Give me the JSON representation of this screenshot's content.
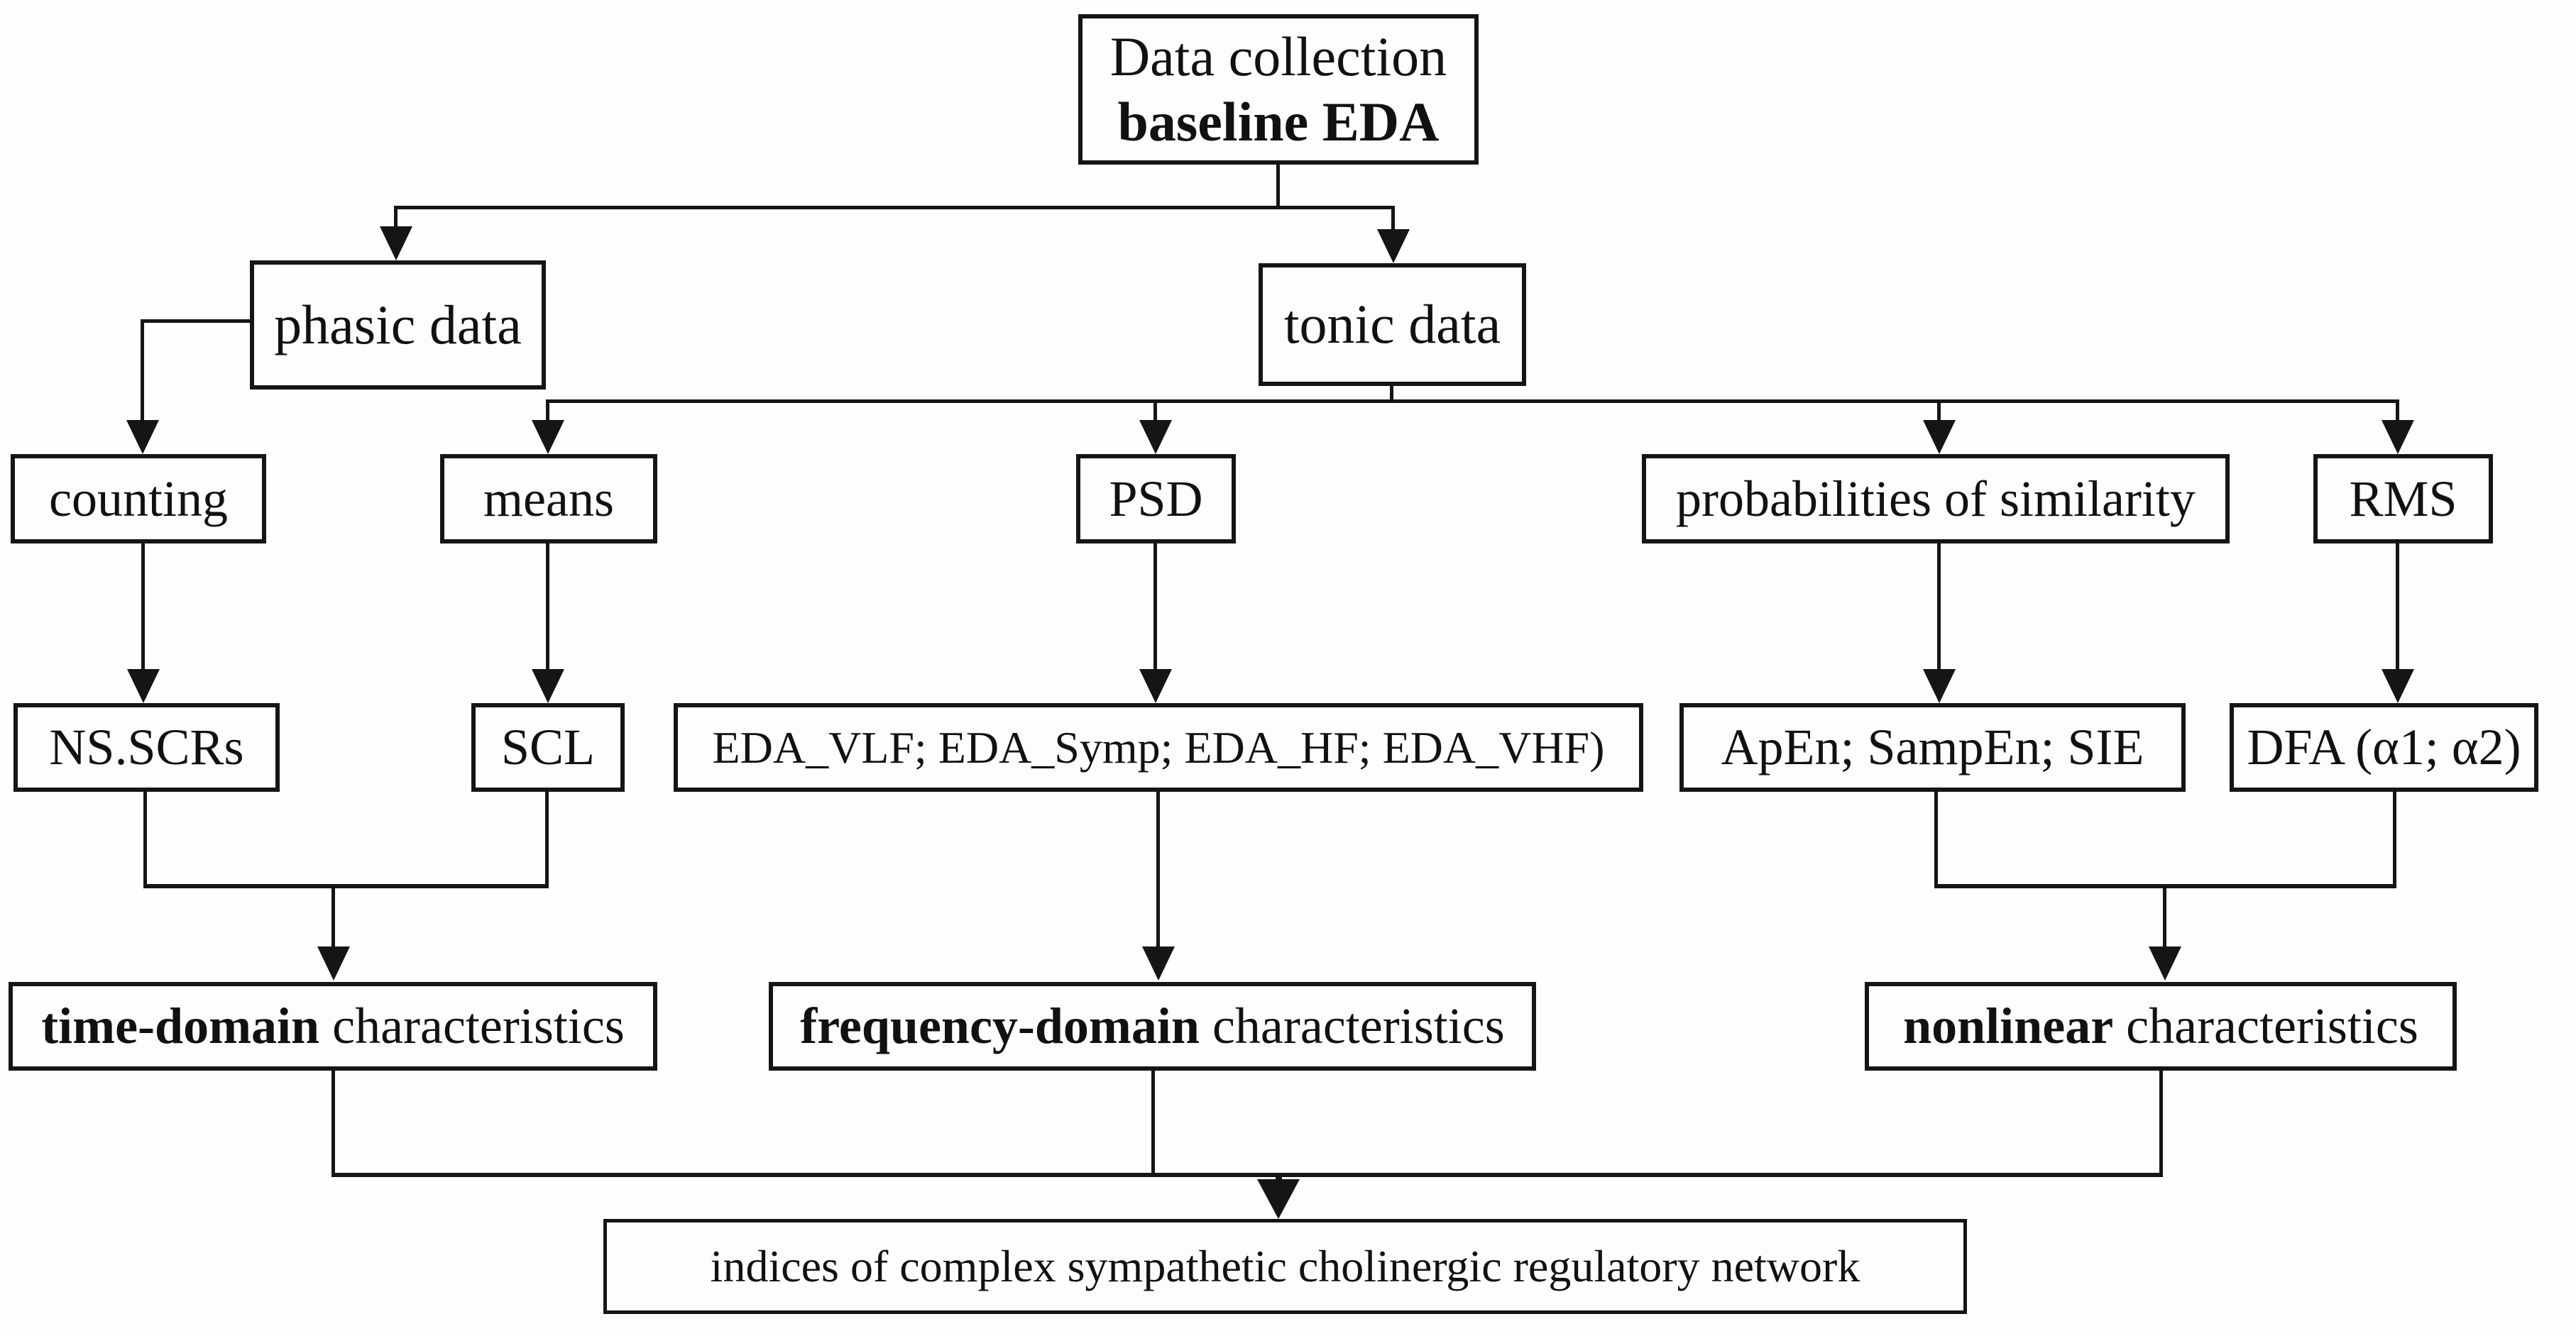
{
  "diagram": {
    "type": "flowchart",
    "background_color": "#fefefe",
    "line_color": "#151515",
    "nodes": {
      "data_collection": {
        "line1": "Data collection",
        "line2_bold": "baseline EDA"
      },
      "phasic": {
        "label": "phasic data"
      },
      "tonic": {
        "label": "tonic data"
      },
      "counting": {
        "label": "counting"
      },
      "means": {
        "label": "means"
      },
      "psd": {
        "label": "PSD"
      },
      "probabilities": {
        "label": "probabilities of similarity"
      },
      "rms": {
        "label": "RMS"
      },
      "nsscrs": {
        "label": "NS.SCRs"
      },
      "scl": {
        "label": "SCL"
      },
      "eda_spectral": {
        "label": "EDA_VLF; EDA_Symp; EDA_HF; EDA_VHF)"
      },
      "entropy": {
        "label": "ApEn; SampEn; SIE"
      },
      "dfa": {
        "label": "DFA (α1; α2)"
      },
      "time_domain": {
        "bold": "time-domain",
        "rest": " characteristics"
      },
      "frequency_domain": {
        "bold": "frequency-domain",
        "rest": " characteristics"
      },
      "nonlinear": {
        "bold": "nonlinear",
        "rest": " characteristics"
      },
      "indices": {
        "label": "indices of complex sympathetic cholinergic regulatory network"
      }
    },
    "edges": [
      {
        "from": "data_collection",
        "to": "phasic"
      },
      {
        "from": "data_collection",
        "to": "tonic"
      },
      {
        "from": "phasic",
        "to": "counting"
      },
      {
        "from": "tonic",
        "to": "means"
      },
      {
        "from": "tonic",
        "to": "psd"
      },
      {
        "from": "tonic",
        "to": "probabilities"
      },
      {
        "from": "tonic",
        "to": "rms"
      },
      {
        "from": "counting",
        "to": "nsscrs"
      },
      {
        "from": "means",
        "to": "scl"
      },
      {
        "from": "psd",
        "to": "eda_spectral"
      },
      {
        "from": "probabilities",
        "to": "entropy"
      },
      {
        "from": "rms",
        "to": "dfa"
      },
      {
        "from": "nsscrs",
        "to": "time_domain"
      },
      {
        "from": "scl",
        "to": "time_domain"
      },
      {
        "from": "eda_spectral",
        "to": "frequency_domain"
      },
      {
        "from": "entropy",
        "to": "nonlinear"
      },
      {
        "from": "dfa",
        "to": "nonlinear"
      },
      {
        "from": "time_domain",
        "to": "indices"
      },
      {
        "from": "frequency_domain",
        "to": "indices"
      },
      {
        "from": "nonlinear",
        "to": "indices"
      }
    ]
  }
}
